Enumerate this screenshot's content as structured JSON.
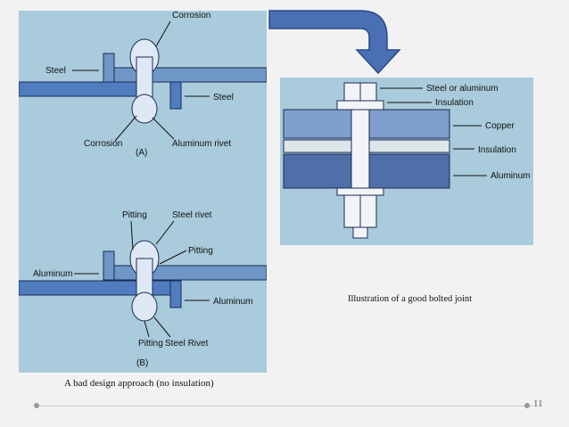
{
  "left_diagram": {
    "a": {
      "corrosion_top": "Corrosion",
      "steel_left": "Steel",
      "steel_right": "Steel",
      "corrosion_bottom": "Corrosion",
      "aluminum_rivet": "Aluminum rivet",
      "label": "(A)"
    },
    "b": {
      "pitting_top": "Pitting",
      "steel_rivet_top": "Steel rivet",
      "pitting_right": "Pitting",
      "aluminum_left": "Aluminum",
      "aluminum_right": "Aluminum",
      "pitting_bottom": "Pitting",
      "steel_rivet_bottom": "Steel Rivet",
      "label": "(B)"
    },
    "caption": "A bad design approach (no insulation)"
  },
  "right_diagram": {
    "labels": {
      "steel_or_aluminum": "Steel or aluminum",
      "insulation_top": "Insulation",
      "copper": "Copper",
      "insulation_mid": "Insulation",
      "aluminum": "Aluminum"
    },
    "caption": "Illustration of a good bolted joint"
  },
  "slide": {
    "page_number": "11"
  },
  "colors": {
    "panel_bg": "#a9cbdb",
    "plate": "#4f7dbf",
    "arrow": "#4a6fb5"
  }
}
